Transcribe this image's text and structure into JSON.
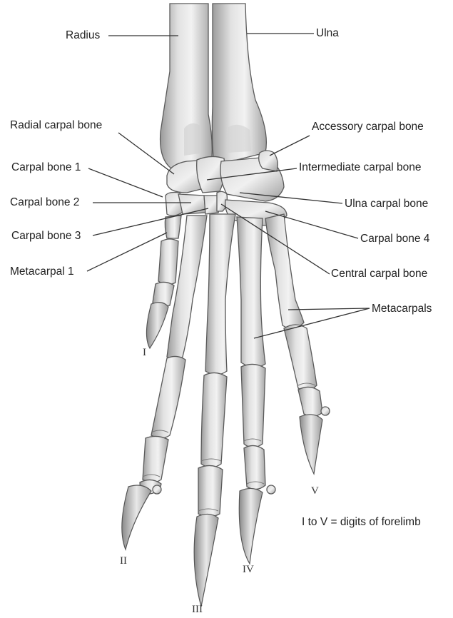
{
  "labels": {
    "radius": "Radius",
    "ulna": "Ulna",
    "radial_carpal": "Radial carpal bone",
    "accessory_carpal": "Accessory carpal bone",
    "carpal_1": "Carpal bone 1",
    "intermediate_carpal": "Intermediate carpal bone",
    "carpal_2": "Carpal bone 2",
    "ulna_carpal": "Ulna carpal bone",
    "carpal_3": "Carpal bone 3",
    "carpal_4": "Carpal bone 4",
    "metacarpal_1": "Metacarpal 1",
    "central_carpal": "Central carpal bone",
    "metacarpals": "Metacarpals"
  },
  "digits": {
    "d1": "I",
    "d2": "II",
    "d3": "III",
    "d4": "IV",
    "d5": "V"
  },
  "legend": "I to V = digits of forelimb"
}
